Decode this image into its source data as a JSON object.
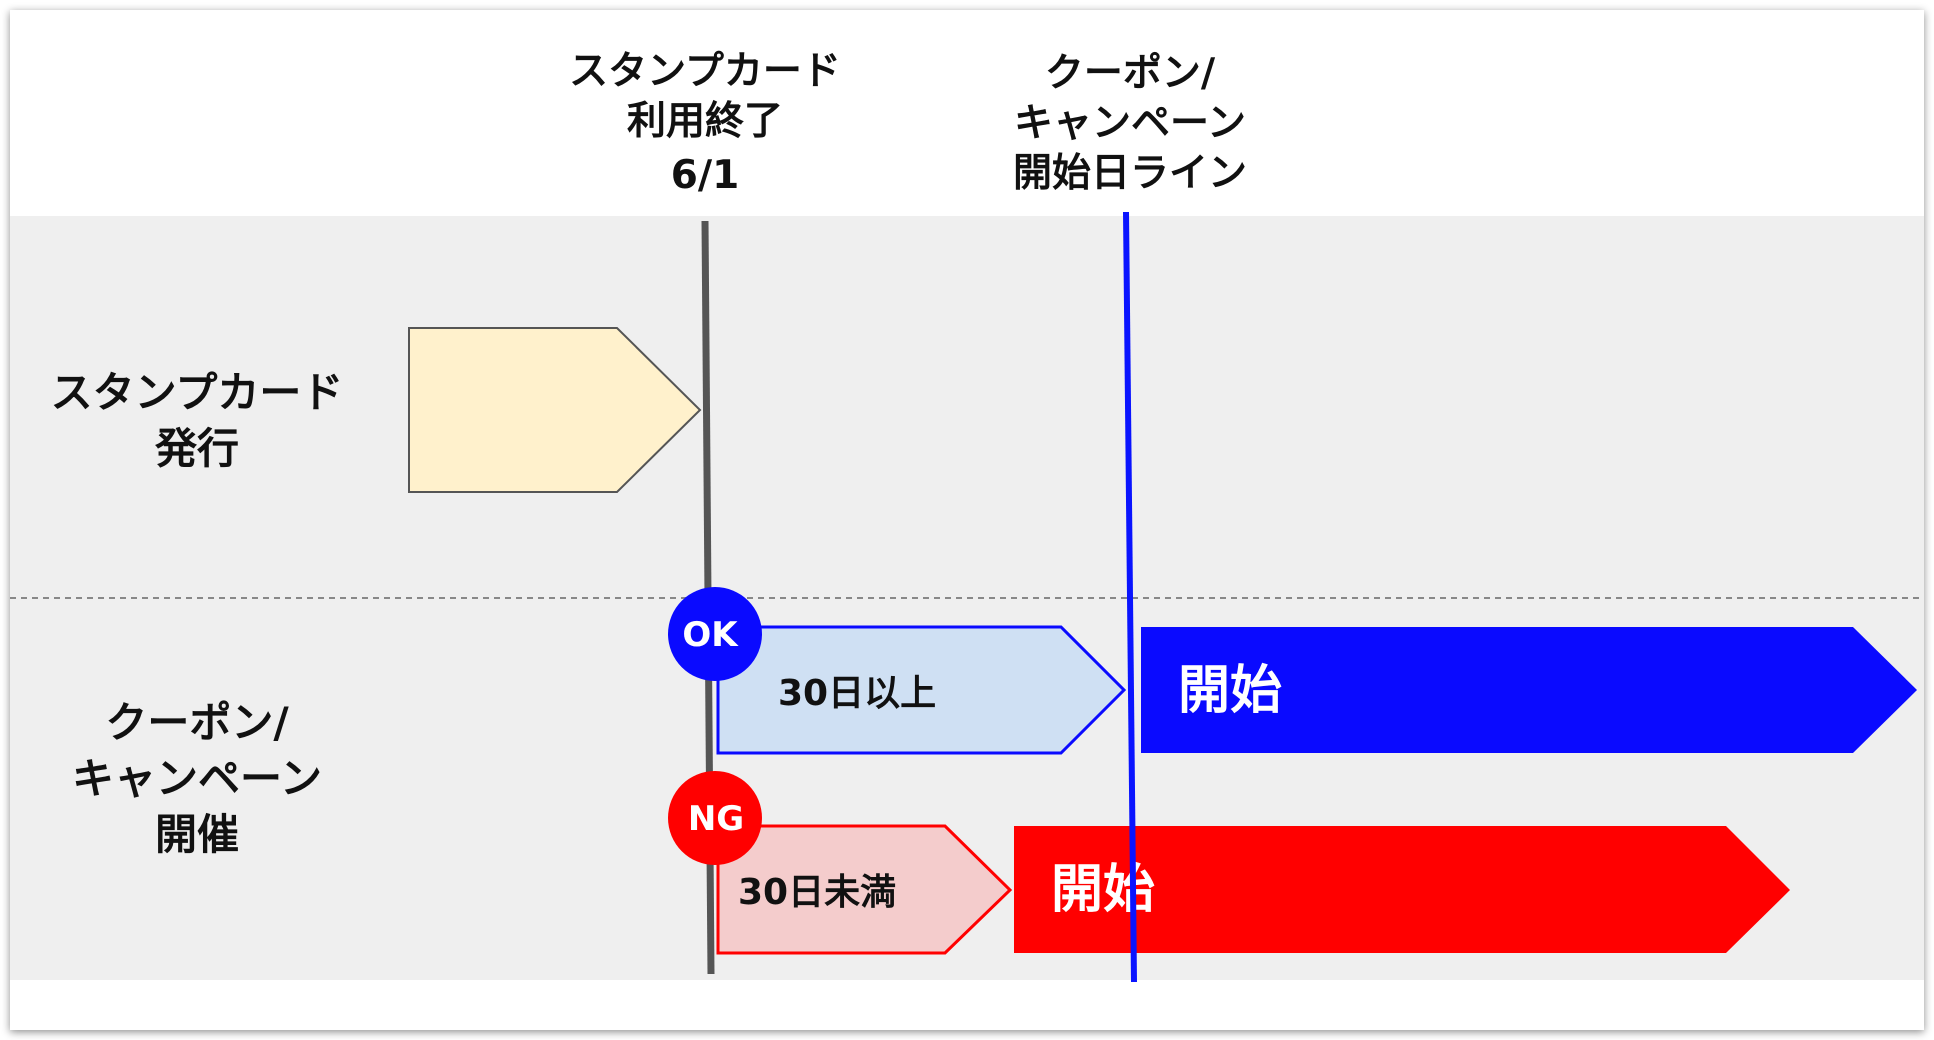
{
  "colors": {
    "band": "#efefef",
    "stamp_line": "#555555",
    "campaign_line": "#0a14ff",
    "stamp_card_fill": "#fff1cc",
    "ok": "#0a0aff",
    "ng": "#ff0000",
    "ok_light": "#cfe0f3",
    "ng_light": "#f4cccc"
  },
  "header": {
    "stamp_end": [
      "スタンプカード",
      "利用終了",
      "6/1"
    ],
    "campaign_start": [
      "クーポン/",
      "キャンペーン",
      "開始日ライン"
    ]
  },
  "rows": {
    "stamp_card": [
      "スタンプカード",
      "発行"
    ],
    "campaign": [
      "クーポン/",
      "キャンペーン",
      "開催"
    ]
  },
  "ok_case": {
    "badge": "OK",
    "duration": "30日以上",
    "start": "開始"
  },
  "ng_case": {
    "badge": "NG",
    "duration": "30日未満",
    "start": "開始"
  }
}
